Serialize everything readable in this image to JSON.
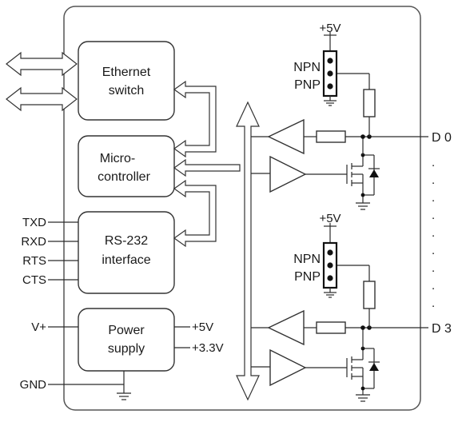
{
  "blocks": {
    "ethernet": [
      "Ethernet",
      "switch"
    ],
    "micro": [
      "Micro-",
      "controller"
    ],
    "rs232": [
      "RS-232",
      "interface"
    ],
    "power": [
      "Power",
      "supply"
    ]
  },
  "serial_signals": [
    "TXD",
    "RXD",
    "RTS",
    "CTS"
  ],
  "power_inputs": {
    "vplus": "V+",
    "gnd": "GND"
  },
  "power_outputs": [
    "+5V",
    "+3.3V"
  ],
  "channels": [
    {
      "label": "D 0",
      "supply": "+5V",
      "options": [
        "NPN",
        "PNP"
      ]
    },
    {
      "label": "D 3",
      "supply": "+5V",
      "options": [
        "NPN",
        "PNP"
      ]
    }
  ],
  "ellipsis": ".",
  "colors": {
    "line": "#2a2a2a",
    "fill": "#ffffff"
  }
}
